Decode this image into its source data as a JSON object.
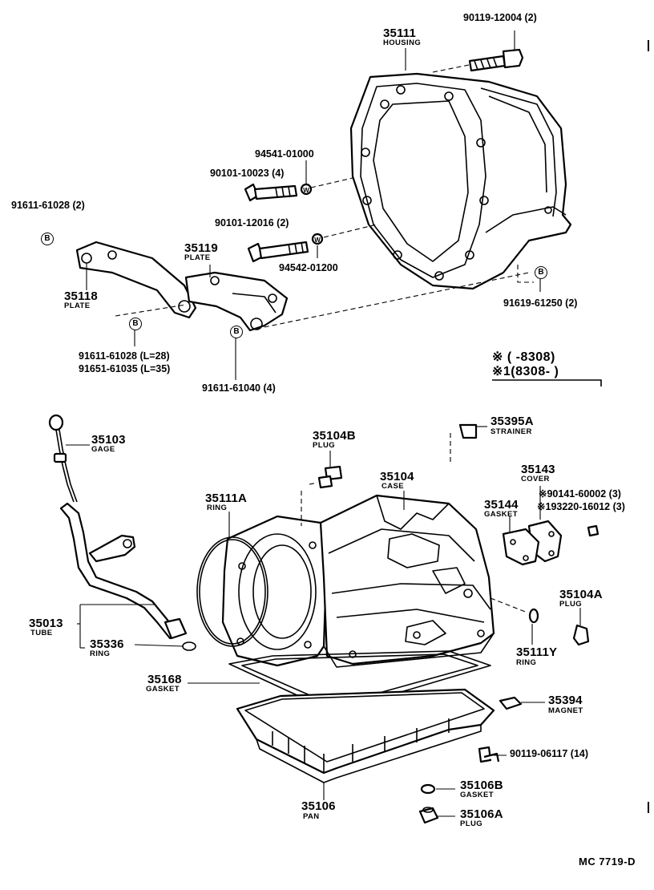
{
  "parts": {
    "housing": {
      "number": "35111",
      "name": "HOUSING"
    },
    "bolt_housing": {
      "number": "90119-12004",
      "qty": "(2)"
    },
    "washer_1": {
      "number": "94541-01000"
    },
    "bolt_1": {
      "number": "90101-10023",
      "qty": "(4)"
    },
    "bolt_2": {
      "number": "90101-12016",
      "qty": "(2)"
    },
    "washer_2": {
      "number": "94542-01200"
    },
    "bolt_b_left": {
      "number": "91611-61028",
      "qty": "(2)"
    },
    "plate_35119": {
      "number": "35119",
      "name": "PLATE"
    },
    "plate_35118": {
      "number": "35118",
      "name": "PLATE"
    },
    "bolt_l28": {
      "number": "91611-61028",
      "qty": "(L=28)"
    },
    "bolt_l35": {
      "number": "91651-61035",
      "qty": "(L=35)"
    },
    "bolt_61040": {
      "number": "91611-61040",
      "qty": "(4)"
    },
    "bolt_61250": {
      "number": "91619-61250",
      "qty": "(2)"
    },
    "gage": {
      "number": "35103",
      "name": "GAGE"
    },
    "plug_104b": {
      "number": "35104B",
      "name": "PLUG"
    },
    "strainer": {
      "number": "35395A",
      "name": "STRAINER"
    },
    "case": {
      "number": "35104",
      "name": "CASE"
    },
    "ring_111a": {
      "number": "35111A",
      "name": "RING"
    },
    "cover": {
      "number": "35143",
      "name": "COVER"
    },
    "gasket_144": {
      "number": "35144",
      "name": "GASKET"
    },
    "screw_cover_1": {
      "mark": "※",
      "number": "90141-60002",
      "qty": "(3)"
    },
    "screw_cover_2": {
      "mark": "※1",
      "number": "93220-16012",
      "qty": "(3)"
    },
    "plug_104a": {
      "number": "35104A",
      "name": "PLUG"
    },
    "tube": {
      "number": "35013",
      "name": "TUBE"
    },
    "ring_336": {
      "number": "35336",
      "name": "RING"
    },
    "ring_111y": {
      "number": "35111Y",
      "name": "RING"
    },
    "gasket_168": {
      "number": "35168",
      "name": "GASKET"
    },
    "magnet": {
      "number": "35394",
      "name": "MAGNET"
    },
    "bolt_pan": {
      "number": "90119-06117",
      "qty": "(14)"
    },
    "gasket_106b": {
      "number": "35106B",
      "name": "GASKET"
    },
    "pan": {
      "number": "35106",
      "name": "PAN"
    },
    "plug_106a": {
      "number": "35106A",
      "name": "PLUG"
    }
  },
  "legend": {
    "row1": "※ (    -8308)",
    "row2": "※1(8308-      )"
  },
  "badge_letter": "B",
  "washer_letter": "W",
  "diagram_code": "MC 7719-D"
}
